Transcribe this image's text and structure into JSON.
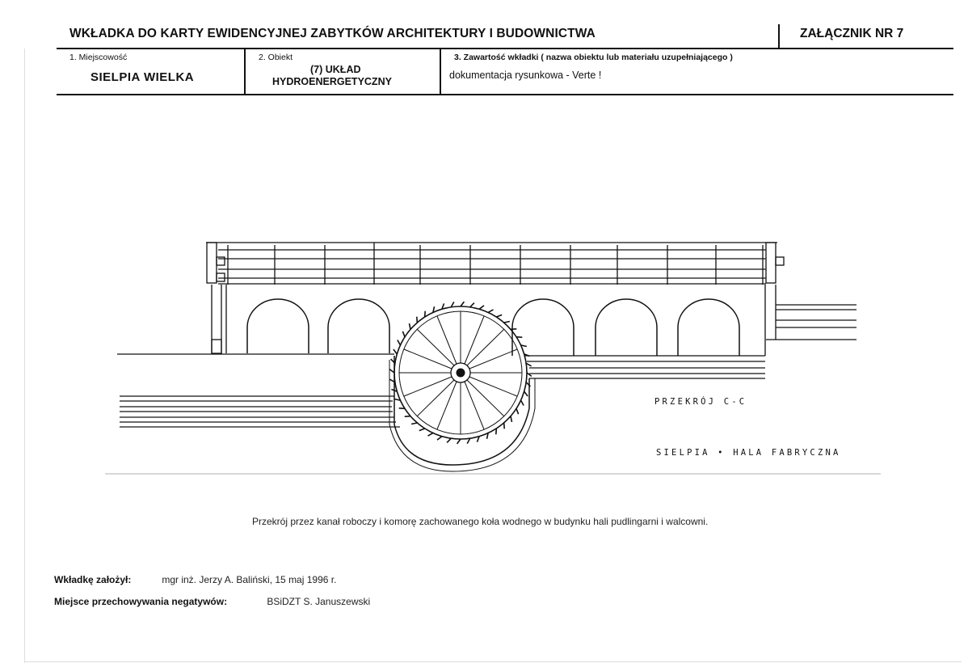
{
  "header": {
    "title": "WKŁADKA DO KARTY EWIDENCYJNEJ ZABYTKÓW ARCHITEKTURY I BUDOWNICTWA",
    "annex": "ZAŁĄCZNIK NR 7"
  },
  "fields": {
    "locality": {
      "label": "1. Miejscowość",
      "value": "SIELPIA  WIELKA"
    },
    "object": {
      "label": "2. Obiekt",
      "value_line1": "(7)  UKŁAD",
      "value_line2": "HYDROENERGETYCZNY"
    },
    "contents": {
      "label": "3. Zawartość wkładki ( nazwa obiektu lub materiału uzupełniającego )",
      "value": "dokumentacja rysunkowa - Verte  !"
    }
  },
  "drawing": {
    "section_label": "PRZEKRÓJ C-C",
    "place_label": "SIELPIA • HALA FABRYCZNA"
  },
  "caption": "Przekrój przez kanał roboczy i komorę zachowanego koła wodnego w budynku hali pudlingarni i walcowni.",
  "footer": {
    "author_label": "Wkładkę założył:",
    "author_value": "mgr inż. Jerzy A. Baliński, 15 maj 1996 r.",
    "negatives_label": "Miejsce przechowywania negatywów:",
    "negatives_value": "BSiDZT S. Januszewski"
  }
}
